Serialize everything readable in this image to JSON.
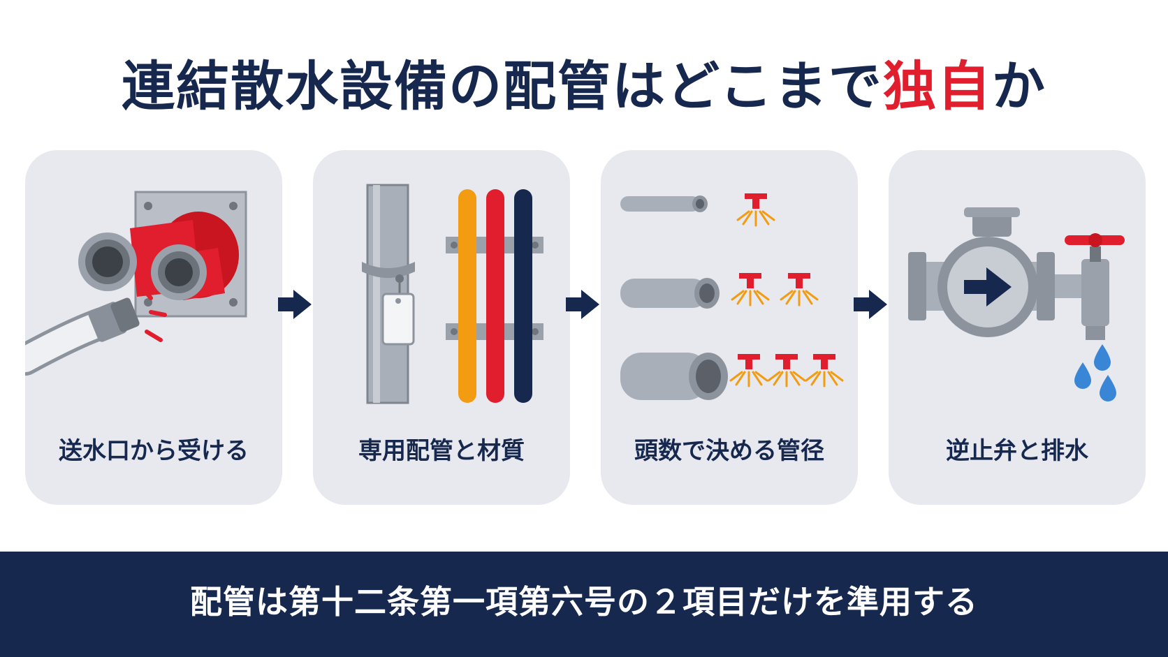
{
  "title": {
    "before": "連結散水設備の配管はどこまで",
    "highlight": "独自",
    "after": "か"
  },
  "steps": [
    {
      "label": "送水口から受ける",
      "icon": "fire-department-inlet-icon"
    },
    {
      "label": "専用配管と材質",
      "icon": "pipe-material-icon"
    },
    {
      "label": "頭数で決める管径",
      "icon": "sprinkler-pipe-size-icon"
    },
    {
      "label": "逆止弁と排水",
      "icon": "check-valve-drain-icon"
    }
  ],
  "banner": "配管は第十二条第一項第六号の２項目だけを準用する",
  "colors": {
    "navy": "#17284f",
    "accent_red": "#e01e2d",
    "card_bg": "#e7e9ee"
  }
}
